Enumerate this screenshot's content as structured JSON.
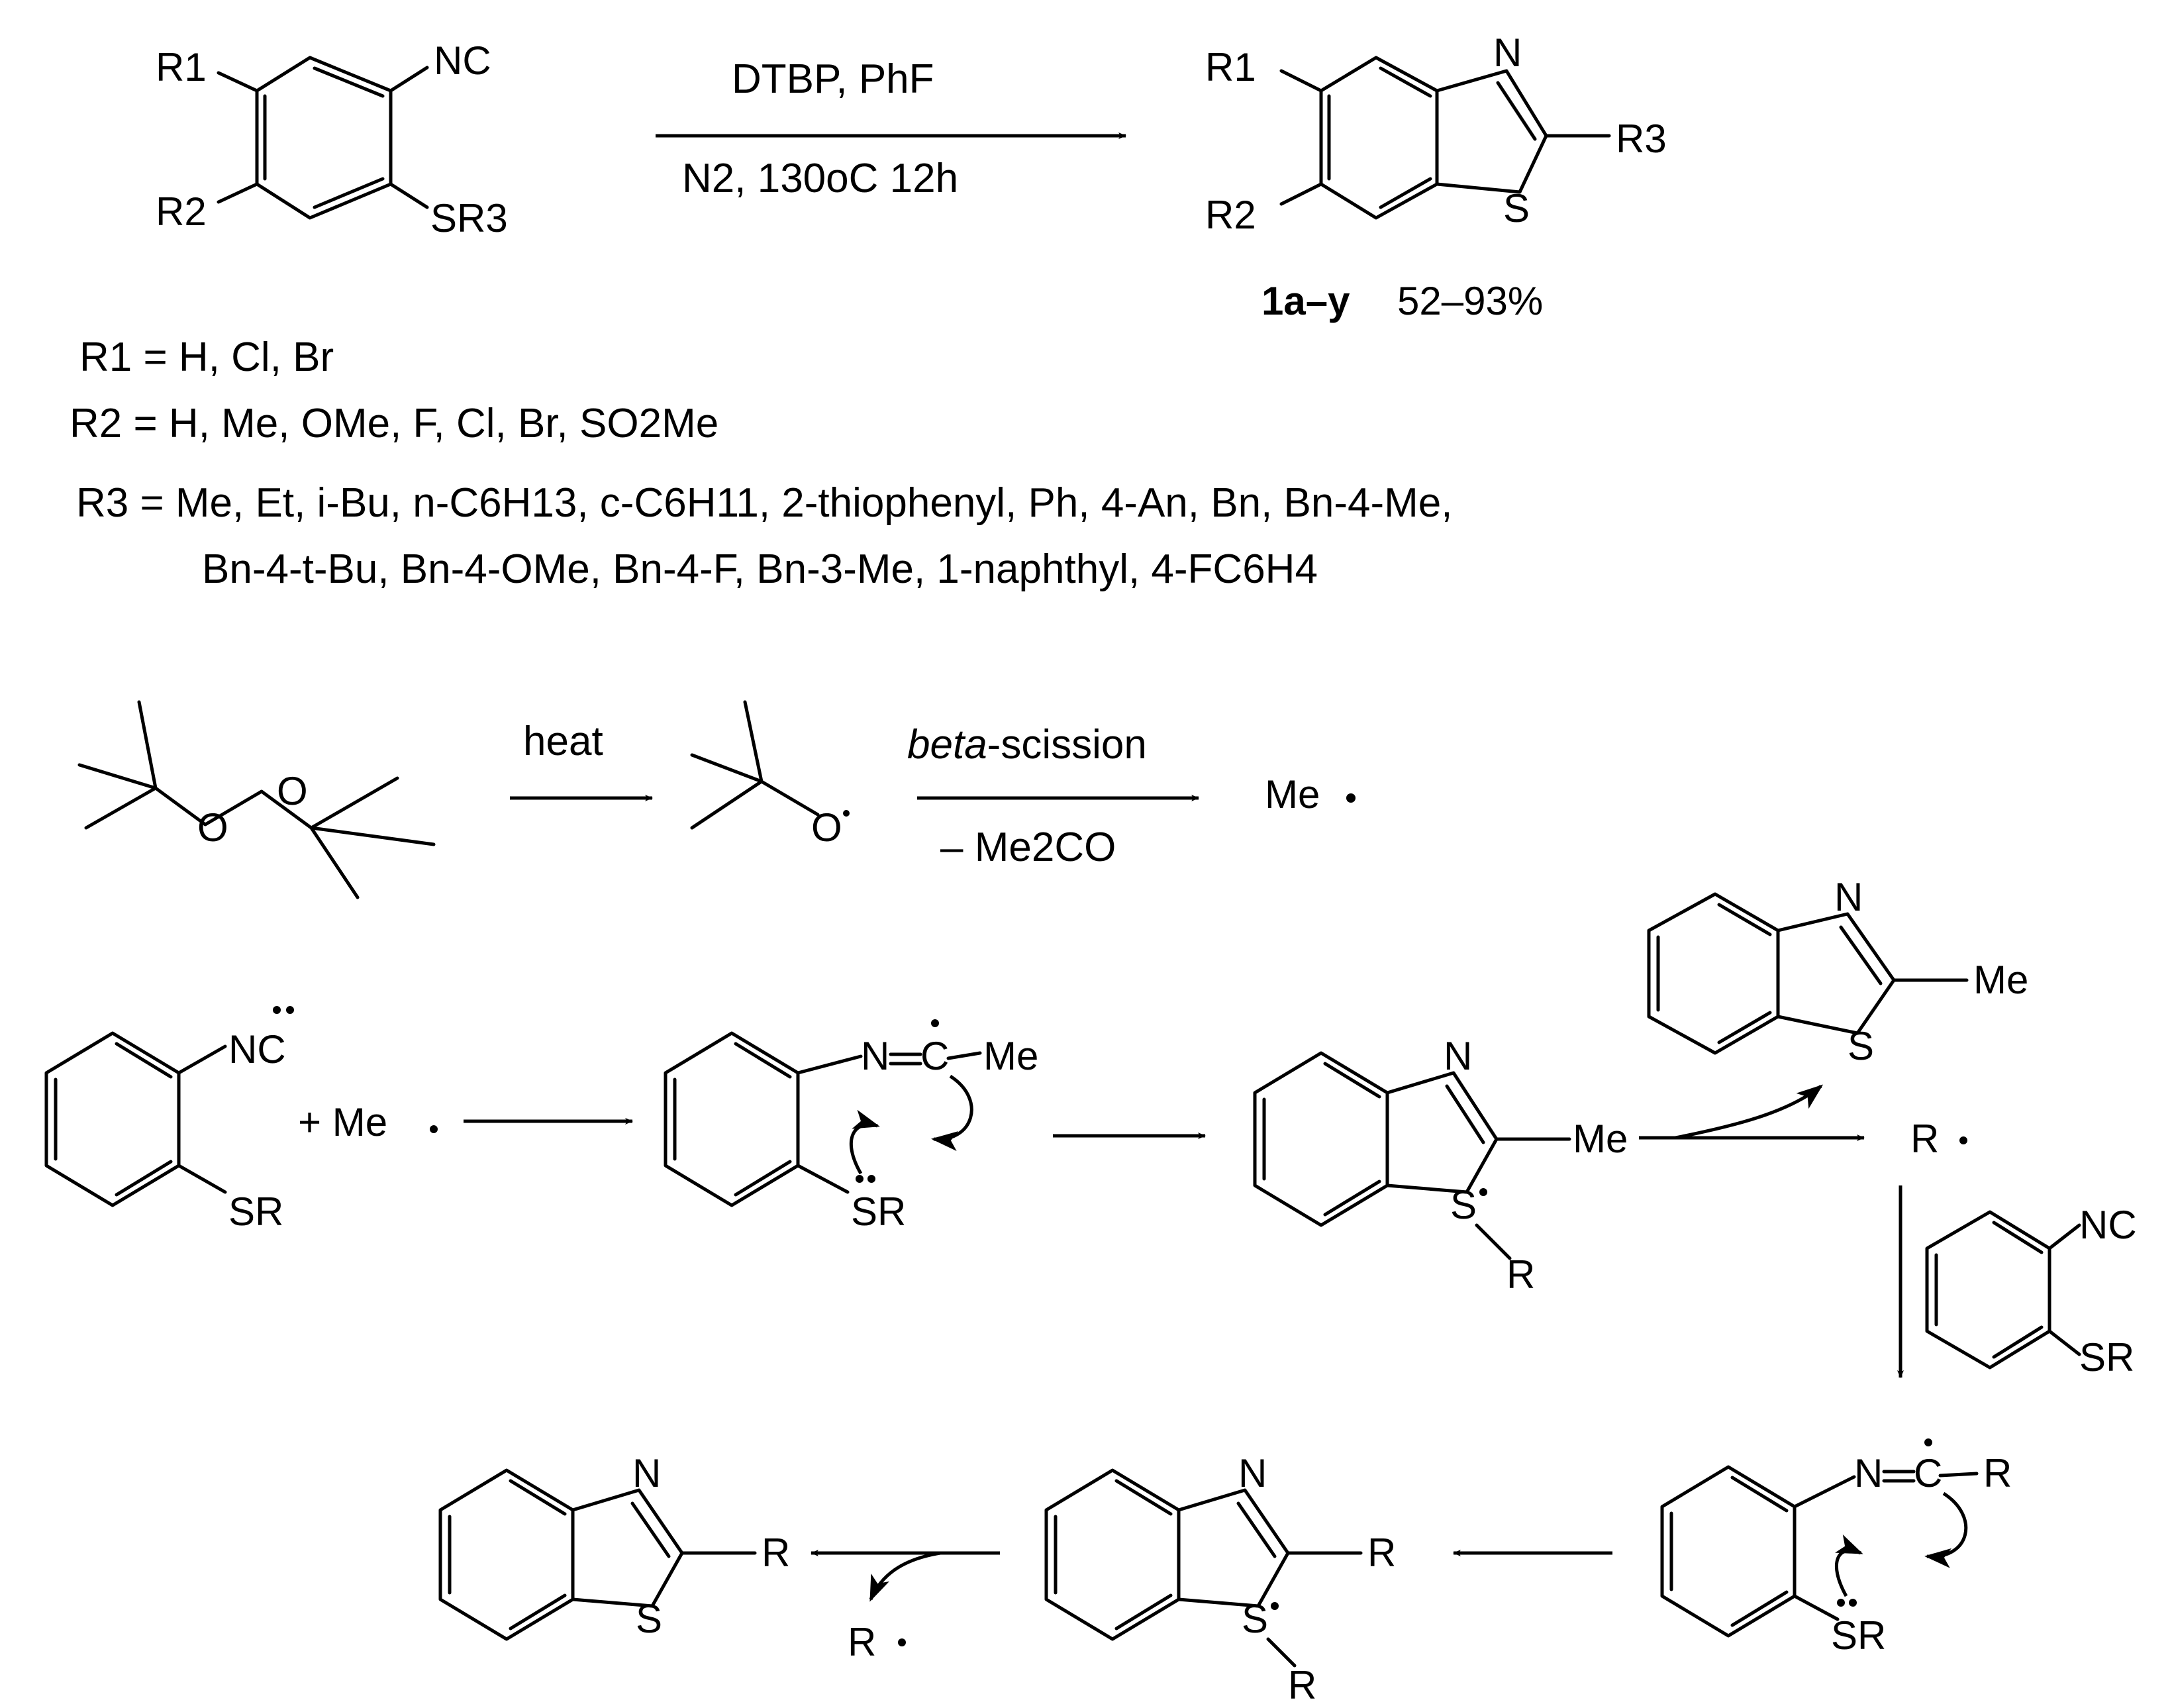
{
  "scheme": {
    "main_reaction": {
      "sm_R1": "R1",
      "sm_NC": "NC",
      "sm_R2": "R2",
      "sm_SR3": "SR3",
      "conditions_top": "DTBP,  PhF",
      "conditions_bottom": "N2, 130oC 12h",
      "prod_R1": "R1",
      "prod_R2": "R2",
      "prod_N": "N",
      "prod_S": "S",
      "prod_R3": "R3",
      "prod_label": "1a–y",
      "prod_yield": "52–93%"
    },
    "definitions": {
      "r1": "R1 = H, Cl, Br",
      "r2": "R2 = H, Me, OMe, F, Cl, Br, SO2Me",
      "r3_line1": "R3 = Me, Et, i-Bu, n-C6H13, c-C6H11, 2-thiophenyl, Ph, 4-An, Bn, Bn-4-Me,",
      "r3_line2": "Bn-4-t-Bu, Bn-4-OMe, Bn-4-F, Bn-3-Me, 1-naphthyl, 4-FC6H4"
    },
    "initiation": {
      "heat": "heat",
      "beta_scission_italic": "beta",
      "beta_scission_rest": "-scission",
      "loss": "– Me2CO",
      "methyl_radical": "Me"
    },
    "mechanism": {
      "isocyanide_NC": "NC",
      "isocyanide_SR": "SR",
      "plus_me": "+ Me",
      "imidoyl_N": "N",
      "imidoyl_C": "C",
      "imidoyl_Me": "Me",
      "imidoyl_SR": "SR",
      "cyclic_N": "N",
      "cyclic_S": "S",
      "cyclic_Me": "Me",
      "cyclic_R": "R",
      "methylbzt_N": "N",
      "methylbzt_S": "S",
      "methylbzt_Me": "Me",
      "r_radical": "R",
      "sm2_NC": "NC",
      "sm2_SR": "SR",
      "imidoyl2_N": "N",
      "imidoyl2_C": "C",
      "imidoyl2_R": "R",
      "imidoyl2_SR": "SR",
      "cyclic2_N": "N",
      "cyclic2_S": "S",
      "cyclic2_R": "R",
      "cyclic2_Rs": "R",
      "product_N": "N",
      "product_S": "S",
      "product_R": "R",
      "released_R": "R"
    }
  }
}
